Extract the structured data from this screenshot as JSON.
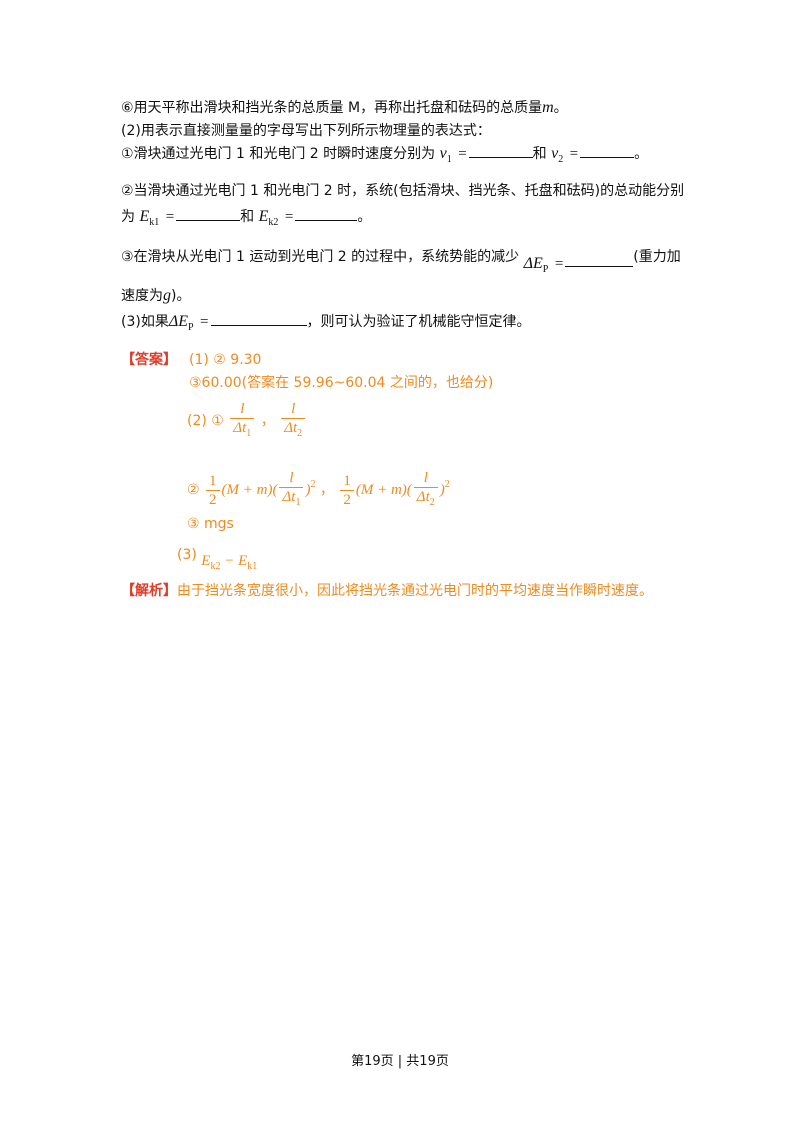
{
  "q": {
    "item6": "⑥用天平称出滑块和挡光条的总质量 M，再称出托盘和砝码的总质量",
    "item6_var": "m",
    "item6_end": "。",
    "part2_intro": "(2)用表示直接测量量的字母写出下列所示物理量的表达式：",
    "q1_text": "①滑块通过光电门 1 和光电门 2 时瞬时速度分别为",
    "q1_v1": "v",
    "q1_v1_sub": "1",
    "q1_and": "和",
    "q1_v2": "v",
    "q1_v2_sub": "2",
    "q1_end": "。",
    "q2_text": "②当滑块通过光电门 1 和光电门 2 时，系统(包括滑块、挡光条、托盘和砝码)的总动能分别",
    "q2_for": "为",
    "q2_E": "E",
    "q2_k1": "k1",
    "q2_and": "和",
    "q2_k2": "k2",
    "q2_end": "。",
    "q3_text": "③在滑块从光电门 1 运动到光电门 2 的过程中，系统势能的减少",
    "q3_dE": "ΔE",
    "q3_p": "P",
    "q3_tail": "(重力加",
    "q3_line2": "速度为",
    "q3_g": "g",
    "q3_line2_end": ")。",
    "part3_text": "(3)如果",
    "part3_dE": "ΔE",
    "part3_p": "P",
    "part3_end": "，则可认为验证了机械能守恒定律。",
    "eq": "="
  },
  "answer": {
    "label": "【答案】",
    "p1": "(1) ② 9.30",
    "p1b": "③60.00(答案在 59.96~60.04 之间的，也给分)",
    "p2a_label": "(2) ①",
    "l": "l",
    "dt1": "Δt",
    "dt1_sub": "1",
    "dt2": "Δt",
    "dt2_sub": "2",
    "comma": "，",
    "p2b_label": "②",
    "half_num": "1",
    "half_den": "2",
    "mass": "(M + m)(",
    "close": ")",
    "sq": "2",
    "p2c": "③ mgs",
    "p3_label": "(3)",
    "p3_E": "E",
    "p3_k2": "k2",
    "p3_minus": " − ",
    "p3_k1": "k1"
  },
  "analysis": {
    "label": "【解析】",
    "text": "由于挡光条宽度很小，因此将挡光条通过光电门时的平均速度当作瞬时速度。"
  },
  "footer": {
    "text": "第19页 | 共19页"
  }
}
